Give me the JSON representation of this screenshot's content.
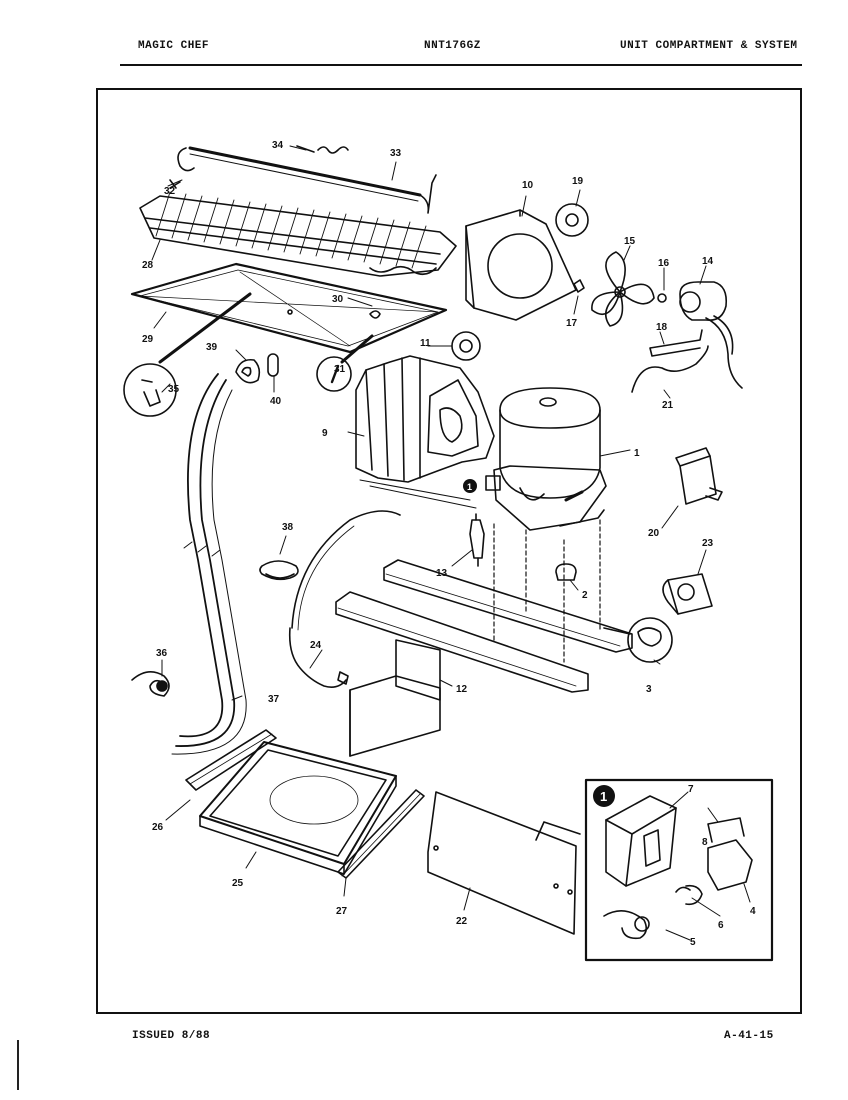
{
  "header": {
    "brand": "MAGIC CHEF",
    "model": "NNT176GZ",
    "section": "UNIT COMPARTMENT & SYSTEM"
  },
  "footer": {
    "issued": "ISSUED 8/88",
    "page_code": "A-41-15"
  },
  "diagram": {
    "callouts": [
      "1",
      "2",
      "3",
      "4",
      "5",
      "6",
      "7",
      "8",
      "9",
      "10",
      "11",
      "12",
      "13",
      "14",
      "15",
      "16",
      "17",
      "18",
      "19",
      "20",
      "21",
      "22",
      "23",
      "24",
      "25",
      "26",
      "27",
      "28",
      "29",
      "30",
      "31",
      "32",
      "33",
      "34",
      "35",
      "36",
      "37",
      "38",
      "39",
      "40"
    ],
    "inset_marker": "1"
  }
}
